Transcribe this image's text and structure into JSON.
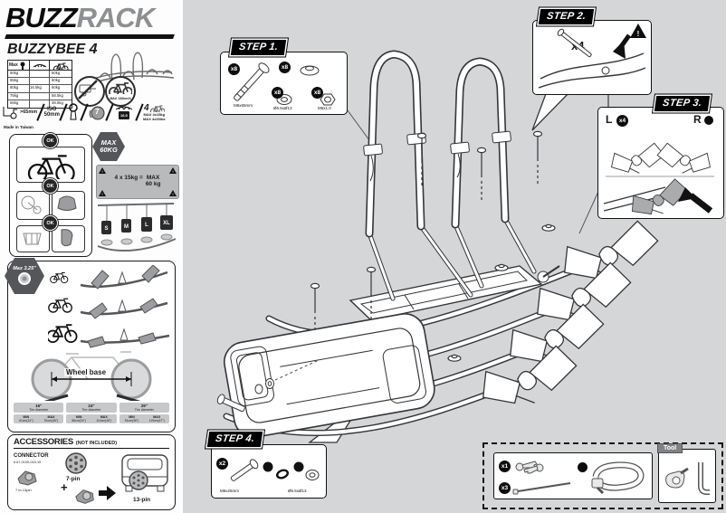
{
  "colors": {
    "sheet_bg": "#d5d6d8",
    "panel_bg": "#ffffff",
    "ink": "#1a1a1a",
    "brand_gray": "#8d8f92",
    "badge_dark": "#55565a",
    "note_gray": "#b9babc"
  },
  "header": {
    "brand_bold": "BUZZ",
    "brand_light": "RACK",
    "model": "BUZZYBEE 4",
    "made_in": "Made in Taiwan"
  },
  "load_table": {
    "max_label": "Max",
    "rows": [
      [
        "90kg",
        "",
        "60kg"
      ],
      [
        "85kg",
        "",
        "60kg"
      ],
      [
        "80kg",
        "16.5kg",
        "60kg"
      ],
      [
        "75kg",
        "",
        "58.5kg"
      ],
      [
        "65kg",
        "",
        "48.5kg"
      ]
    ]
  },
  "signs": {
    "speed_note": "MAX 130km/h"
  },
  "spec_row": {
    "ball_clearance": ">65mm",
    "iso_line1": "ISO",
    "iso_line2": "50mm",
    "pin_count": "7",
    "rack_weight": "16.5",
    "bike_count": "4",
    "max_kg": "MAX 4x15kg",
    "max_lbs": "MAX 4x30lbs"
  },
  "ok_panel": {
    "ok": "OK"
  },
  "max_badge": {
    "line1": "MAX",
    "line2": "60KG"
  },
  "load_note": {
    "warn": "!",
    "formula": "4 x 15kg =",
    "max_word": "MAX",
    "total": "60 kg"
  },
  "sizes": [
    "S",
    "M",
    "L",
    "XL"
  ],
  "fit_panel": {
    "hex_label": "Max 3.25\""
  },
  "wheelbase": {
    "title": "Wheel base",
    "min_label": "MIN",
    "max_label": "MAX",
    "cols": [
      {
        "tire": "16\"",
        "sub": "Tire diameter",
        "min": "61cm(24\")",
        "max": "91cm(36\")"
      },
      {
        "tire": "24\"",
        "sub": "Tire diameter",
        "min": "86cm(34\")",
        "max": "114cm(45\")"
      },
      {
        "tire": "29\"",
        "sub": "Tire diameter",
        "min": "91cm(36\")",
        "max": "119cm(47\")"
      }
    ]
  },
  "accessories": {
    "title": "ACCESSORIES",
    "subtitle": "(NOT INCLUDED)",
    "connector_label": "CONNECTOR",
    "part_no": "# 67-0100-043-10",
    "adapter_note": "7 to 13pin",
    "plus": "+",
    "pin7": "7-pin",
    "pin13": "13-pin"
  },
  "steps": {
    "s1": {
      "label": "STEP 1.",
      "q1": "x8",
      "p1": "M6x65mm",
      "q2": "x8",
      "q3": "x8",
      "p3": "Ø6.5xØ13",
      "q4": "x8",
      "p4": "M6x1.0"
    },
    "s2": {
      "label": "STEP 2.",
      "qty": "x4",
      "warn": "!"
    },
    "s3": {
      "label": "STEP 3.",
      "left": "L",
      "left_qty": "x4",
      "right": "R"
    },
    "s4": {
      "label": "STEP 4.",
      "q1": "x2",
      "p1": "M6x25mm",
      "p2": "Ø6.5xØ13"
    }
  },
  "kit": {
    "q1": "x1",
    "q2": "x3",
    "tool_label": "Tool"
  }
}
